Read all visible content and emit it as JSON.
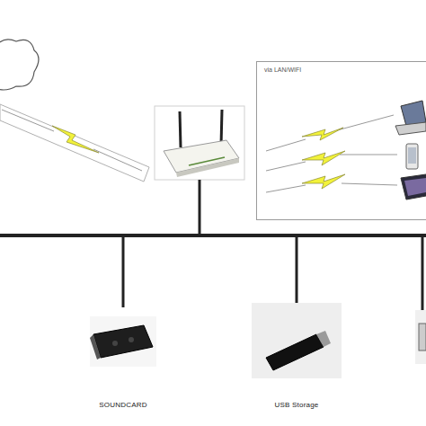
{
  "diagram": {
    "nodes": [
      {
        "text": [
          "via LAN/WIFI"
        ]
      }
    ],
    "labels": [
      "SOUNDCARD",
      "USB Storage"
    ]
  }
}
